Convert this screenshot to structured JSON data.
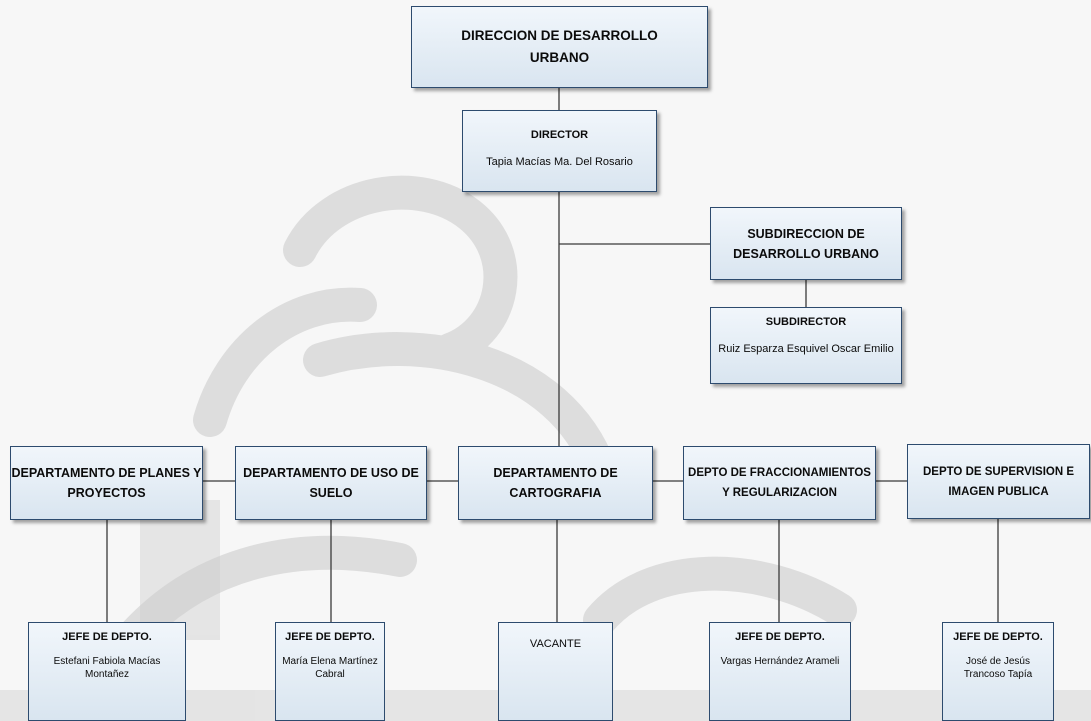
{
  "direccion": {
    "title": "DIRECCION DE DESARROLLO URBANO"
  },
  "director": {
    "title": "DIRECTOR",
    "name": "Tapia Macías Ma. Del Rosario"
  },
  "subdireccion": {
    "title": "SUBDIRECCION DE DESARROLLO URBANO"
  },
  "subdirector": {
    "title": "SUBDIRECTOR",
    "name": "Ruiz Esparza Esquivel Oscar Emilio"
  },
  "departments": [
    {
      "title": "DEPARTAMENTO DE PLANES Y PROYECTOS"
    },
    {
      "title": "DEPARTAMENTO DE USO DE SUELO"
    },
    {
      "title": "DEPARTAMENTO DE CARTOGRAFIA"
    },
    {
      "title": "DEPTO DE FRACCIONAMIENTOS Y REGULARIZACION"
    },
    {
      "title": "DEPTO DE SUPERVISION E IMAGEN PUBLICA"
    }
  ],
  "heads": [
    {
      "title": "JEFE DE DEPTO.",
      "name": "Estefani Fabiola Macías Montañez"
    },
    {
      "title": "JEFE DE DEPTO.",
      "name": "María Elena Martínez Cabral"
    },
    {
      "title": "",
      "name": "VACANTE"
    },
    {
      "title": "JEFE DE DEPTO.",
      "name": "Vargas Hernández Arameli"
    },
    {
      "title": "JEFE DE DEPTO.",
      "name": "José de Jesús Trancoso Tapía"
    }
  ],
  "colors": {
    "box_border": "#2d4b6e",
    "box_fill_top": "#f1f6fb",
    "box_fill_bottom": "#d9e5f0",
    "connector": "#3a3a3a"
  }
}
